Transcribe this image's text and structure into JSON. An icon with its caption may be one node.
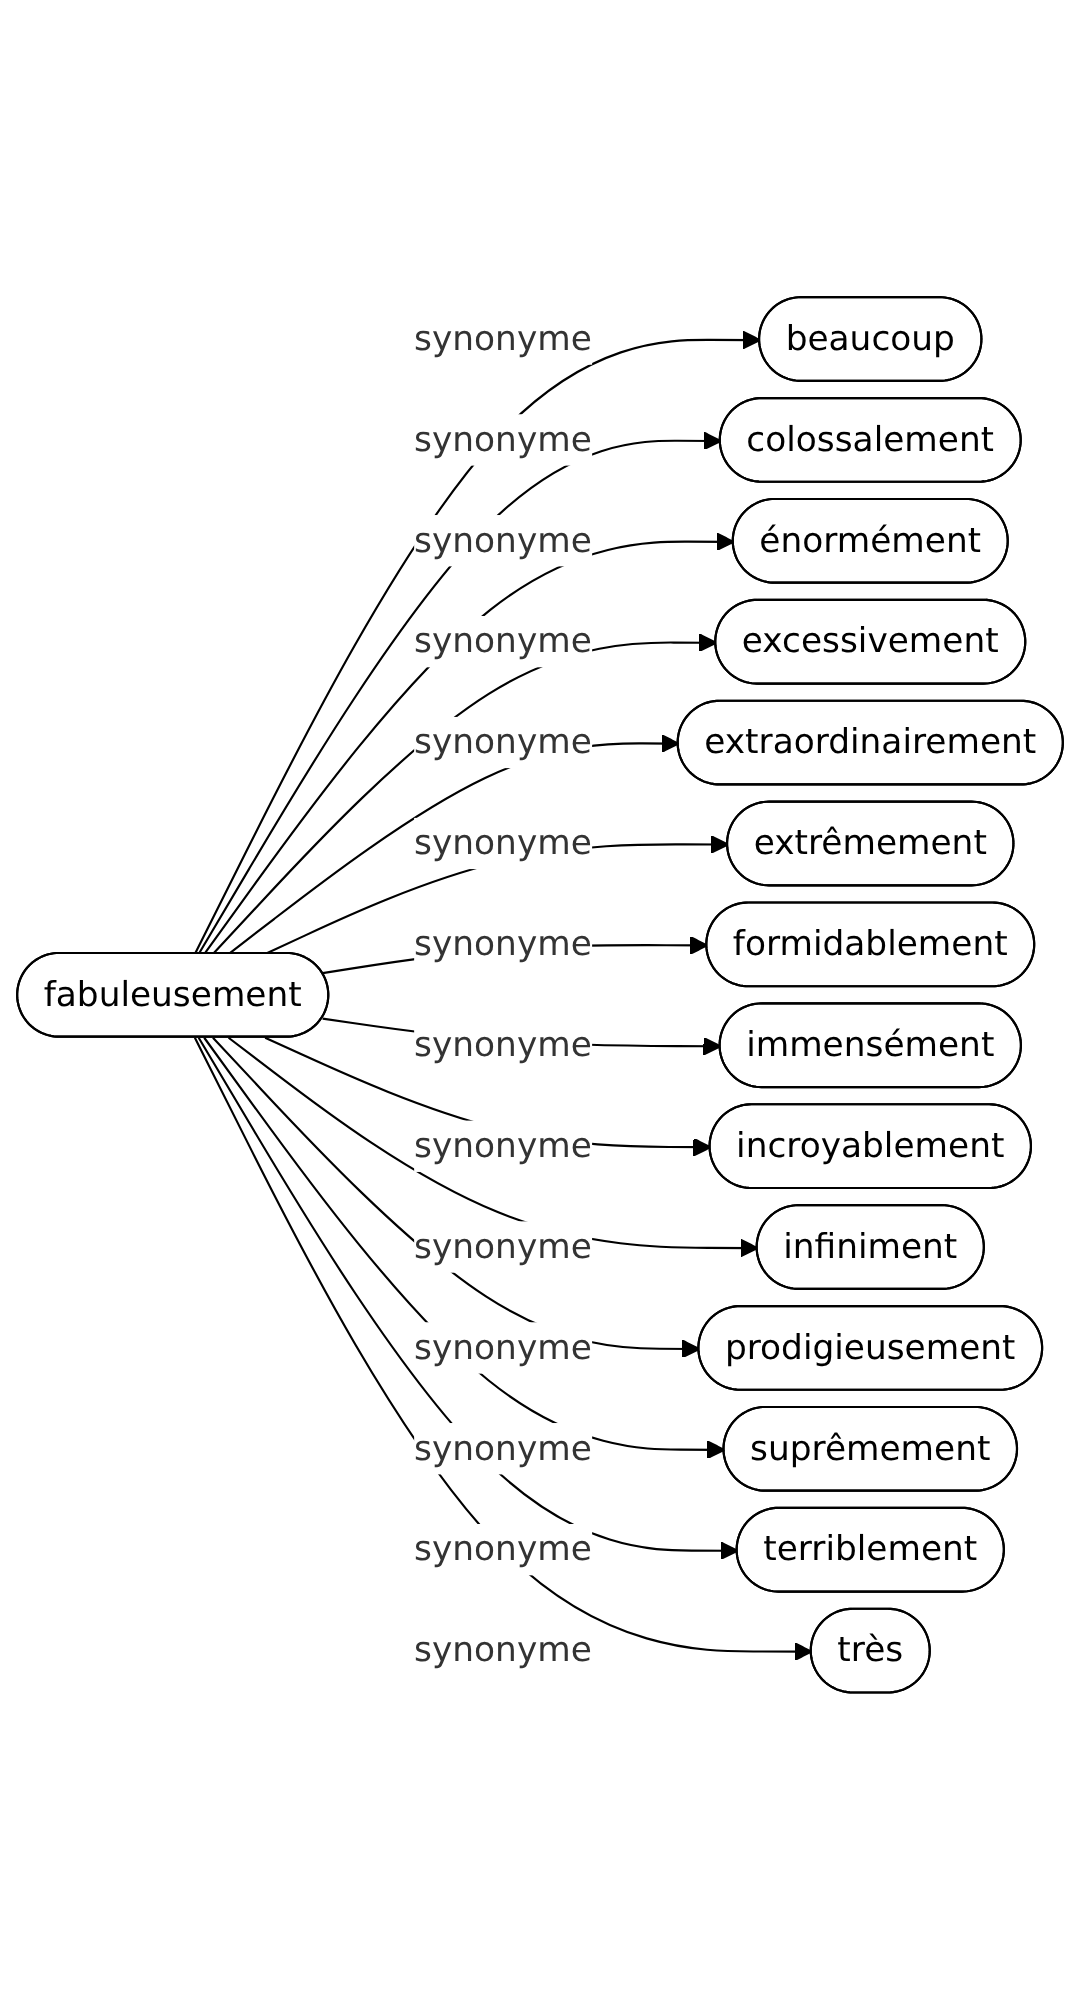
{
  "diagram": {
    "nodes": [
      {
        "text": [
          "fabuleusement"
        ]
      },
      {
        "text": [
          "beaucoup"
        ]
      },
      {
        "text": [
          "colossalement"
        ]
      },
      {
        "text": [
          "énormément"
        ]
      },
      {
        "text": [
          "excessivement"
        ]
      },
      {
        "text": [
          "extraordinairement"
        ]
      },
      {
        "text": [
          "extrêmement"
        ]
      },
      {
        "text": [
          "formidablement"
        ]
      },
      {
        "text": [
          "immensément"
        ]
      },
      {
        "text": [
          "incroyablement"
        ]
      },
      {
        "text": [
          "infiniment"
        ]
      },
      {
        "text": [
          "prodigieusement"
        ]
      },
      {
        "text": [
          "suprêmement"
        ]
      },
      {
        "text": [
          "terriblement"
        ]
      },
      {
        "text": [
          "très"
        ]
      }
    ],
    "edges": [
      {
        "from": 0,
        "to": 1,
        "arrow": "to",
        "label": "synonyme"
      },
      {
        "from": 0,
        "to": 2,
        "arrow": "to",
        "label": "synonyme"
      },
      {
        "from": 0,
        "to": 3,
        "arrow": "to",
        "label": "synonyme"
      },
      {
        "from": 0,
        "to": 4,
        "arrow": "to",
        "label": "synonyme"
      },
      {
        "from": 0,
        "to": 5,
        "arrow": "to",
        "label": "synonyme"
      },
      {
        "from": 0,
        "to": 6,
        "arrow": "to",
        "label": "synonyme"
      },
      {
        "from": 0,
        "to": 7,
        "arrow": "to",
        "label": "synonyme"
      },
      {
        "from": 0,
        "to": 8,
        "arrow": "to",
        "label": "synonyme"
      },
      {
        "from": 0,
        "to": 9,
        "arrow": "to",
        "label": "synonyme"
      },
      {
        "from": 0,
        "to": 10,
        "arrow": "to",
        "label": "synonyme"
      },
      {
        "from": 0,
        "to": 11,
        "arrow": "to",
        "label": "synonyme"
      },
      {
        "from": 0,
        "to": 12,
        "arrow": "to",
        "label": "synonyme"
      },
      {
        "from": 0,
        "to": 13,
        "arrow": "to",
        "label": "synonyme"
      },
      {
        "from": 0,
        "to": 14,
        "arrow": "to",
        "label": "synonyme"
      }
    ]
  }
}
